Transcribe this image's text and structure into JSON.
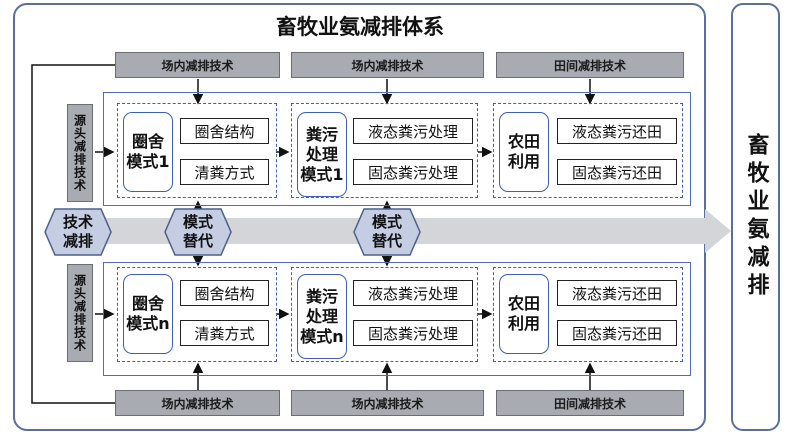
{
  "title": "畜牧业氨减排体系",
  "right_label": "畜牧业氨减排",
  "tech_bars": {
    "top": [
      "场内减排技术",
      "场内减排技术",
      "田间减排技术"
    ],
    "bottom": [
      "场内减排技术",
      "场内减排技术",
      "田间减排技术"
    ]
  },
  "source_label": "源头减排技术",
  "hex_tech": "技术\n减排",
  "hex_mode": "模式\n替代",
  "top_row": {
    "housing_mode": "圈舍\n模式1",
    "housing_items": [
      "圈舍结构",
      "清粪方式"
    ],
    "manure_mode": "粪污\n处理\n模式1",
    "manure_items": [
      "液态粪污处理",
      "固态粪污处理"
    ],
    "field_mode": "农田\n利用",
    "field_items": [
      "液态粪污还田",
      "固态粪污还田"
    ]
  },
  "bottom_row": {
    "housing_mode": "圈舍\n模式n",
    "housing_items": [
      "圈舍结构",
      "清粪方式"
    ],
    "manure_mode": "粪污\n处理\n模式n",
    "manure_items": [
      "液态粪污处理",
      "固态粪污处理"
    ],
    "field_mode": "农田\n利用",
    "field_items": [
      "液态粪污还田",
      "固态粪污还田"
    ]
  },
  "colors": {
    "frame": "#5a6f9a",
    "group_border": "#3a5fbf",
    "tech_bar": "#a8abb1",
    "arrow": "#d3d5d8",
    "hexagon": "#c5cde3"
  }
}
